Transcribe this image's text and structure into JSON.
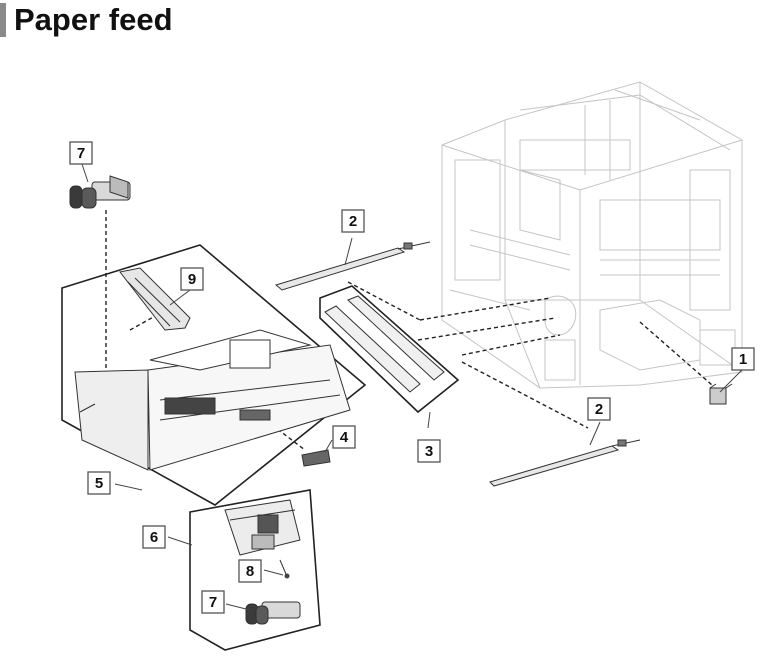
{
  "page": {
    "title": "Paper feed"
  },
  "callouts": {
    "c1": "1",
    "c2a": "2",
    "c2b": "2",
    "c3": "3",
    "c4": "4",
    "c5": "5",
    "c6": "6",
    "c7a": "7",
    "c7b": "7",
    "c8": "8",
    "c9": "9"
  }
}
